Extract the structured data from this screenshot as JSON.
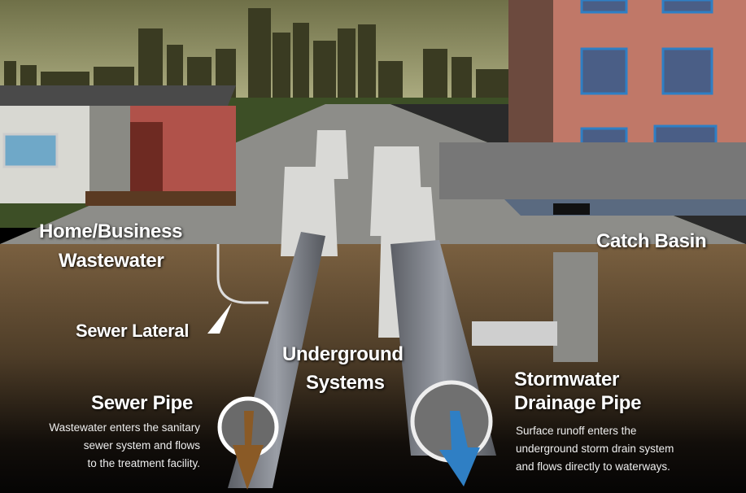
{
  "labels": {
    "home_business": "Home/Business",
    "wastewater": "Wastewater",
    "catch_basin": "Catch Basin",
    "sewer_lateral": "Sewer Lateral",
    "underground": "Underground",
    "systems": "Systems",
    "sewer_pipe": "Sewer Pipe",
    "stormwater": "Stormwater",
    "drainage_pipe": "Drainage Pipe"
  },
  "descriptions": {
    "sewer": [
      "Wastewater enters the sanitary",
      "sewer system and flows",
      "to the treatment facility."
    ],
    "storm": [
      "Surface runoff enters the",
      "underground storm drain system",
      "and flows directly to waterways."
    ]
  },
  "colors": {
    "sewer_flow": "#8a5a26",
    "storm_flow": "#2f7fc4",
    "sky": "#8e8e5c",
    "soil": "#6b5436"
  }
}
